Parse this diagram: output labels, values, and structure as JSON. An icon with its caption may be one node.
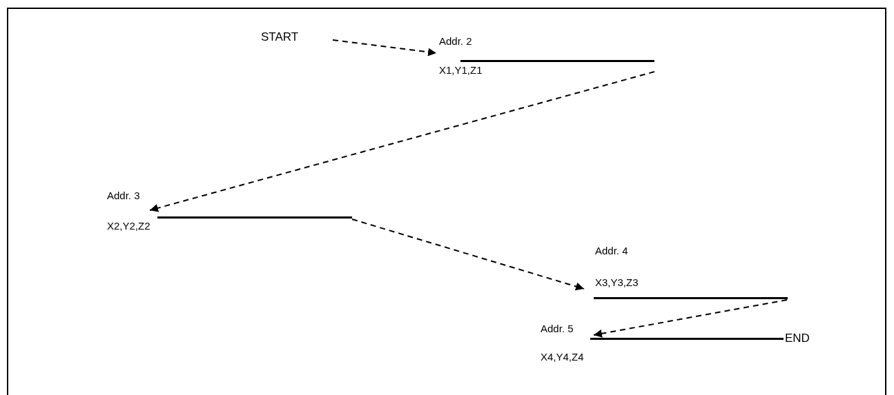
{
  "diagram": {
    "nodes": [
      {
        "text": [
          "START"
        ]
      },
      {
        "text": [
          "Addr. 2",
          "X1,Y1,Z1"
        ]
      },
      {
        "text": [
          "Addr. 3",
          "X2,Y2,Z2"
        ]
      },
      {
        "text": [
          "Addr. 4",
          "X3,Y3,Z3"
        ]
      },
      {
        "text": [
          "Addr. 5",
          "X4,Y4,Z4"
        ]
      },
      {
        "text": [
          "END"
        ]
      }
    ],
    "edges": [
      {
        "from": 0,
        "to": 1,
        "arrow": "to",
        "style": "dashed"
      },
      {
        "from": 1,
        "to": 2,
        "arrow": "to",
        "style": "dashed"
      },
      {
        "from": 2,
        "to": 3,
        "arrow": "to",
        "style": "dashed"
      },
      {
        "from": 3,
        "to": 4,
        "arrow": "to",
        "style": "dashed"
      }
    ]
  }
}
